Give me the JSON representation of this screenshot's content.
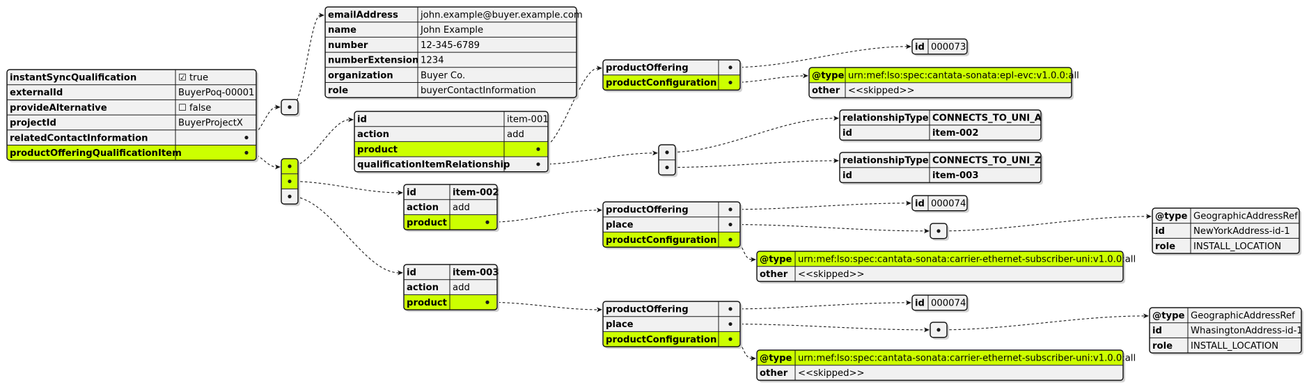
{
  "colors": {
    "background": "#ffffff",
    "cell_fill": "#f1f1f1",
    "highlight_fill": "#ccff00",
    "shadow": "#d2d2d2",
    "stroke": "#181818",
    "text": "#000000"
  },
  "tables": [
    {
      "id": "root",
      "rows": [
        {
          "key": "instantSyncQualification",
          "value": "☑ true"
        },
        {
          "key": "externalId",
          "value": "BuyerPoq-00001"
        },
        {
          "key": "provideAlternative",
          "value": "☐ false"
        },
        {
          "key": "projectId",
          "value": "BuyerProjectX"
        },
        {
          "key": "relatedContactInformation",
          "value": ""
        },
        {
          "key": "productOfferingQualificationItem",
          "value": "",
          "highlight": true
        }
      ]
    },
    {
      "id": "contact-array",
      "rows": [
        {
          "key": "",
          "value": ""
        }
      ]
    },
    {
      "id": "contact",
      "rows": [
        {
          "key": "emailAddress",
          "value": "john.example@buyer.example.com"
        },
        {
          "key": "name",
          "value": "John Example"
        },
        {
          "key": "number",
          "value": "12-345-6789"
        },
        {
          "key": "numberExtension",
          "value": "1234"
        },
        {
          "key": "organization",
          "value": "Buyer Co."
        },
        {
          "key": "role",
          "value": "buyerContactInformation"
        }
      ]
    },
    {
      "id": "items-array",
      "rows": [
        {
          "key": "",
          "value": "",
          "highlight": true
        },
        {
          "key": "",
          "value": "",
          "highlight": true
        },
        {
          "key": "",
          "value": ""
        }
      ]
    },
    {
      "id": "item-001",
      "rows": [
        {
          "key": "id",
          "value": "item-001"
        },
        {
          "key": "action",
          "value": "add"
        },
        {
          "key": "product",
          "value": "",
          "highlight": true
        },
        {
          "key": "qualificationItemRelationship",
          "value": ""
        }
      ]
    },
    {
      "id": "product-001",
      "rows": [
        {
          "key": "productOffering",
          "value": ""
        },
        {
          "key": "productConfiguration",
          "value": "",
          "highlight": true
        }
      ]
    },
    {
      "id": "offering-001",
      "rows": [
        {
          "key": "id",
          "value": "000073"
        }
      ]
    },
    {
      "id": "config-001",
      "highlight": true,
      "rows": [
        {
          "key": "@type",
          "value": "urn:mef:lso:spec:cantata-sonata:epl-evc:v1.0.0:all",
          "highlight": true
        },
        {
          "key": "other",
          "value": "<<skipped>>"
        }
      ]
    },
    {
      "id": "relationships-array",
      "rows": [
        {
          "key": "",
          "value": ""
        },
        {
          "key": "",
          "value": ""
        }
      ]
    },
    {
      "id": "relationship-a",
      "rows": [
        {
          "key": "relationshipType",
          "value": "CONNECTS_TO_UNI_A",
          "boldValue": true
        },
        {
          "key": "id",
          "value": "item-002",
          "boldValue": true
        }
      ]
    },
    {
      "id": "relationship-z",
      "rows": [
        {
          "key": "relationshipType",
          "value": "CONNECTS_TO_UNI_Z",
          "boldValue": true
        },
        {
          "key": "id",
          "value": "item-003",
          "boldValue": true
        }
      ]
    },
    {
      "id": "item-002",
      "rows": [
        {
          "key": "id",
          "value": "item-002",
          "boldValue": true
        },
        {
          "key": "action",
          "value": "add"
        },
        {
          "key": "product",
          "value": "",
          "highlight": true
        }
      ]
    },
    {
      "id": "product-002",
      "rows": [
        {
          "key": "productOffering",
          "value": ""
        },
        {
          "key": "place",
          "value": ""
        },
        {
          "key": "productConfiguration",
          "value": "",
          "highlight": true
        }
      ]
    },
    {
      "id": "offering-002",
      "rows": [
        {
          "key": "id",
          "value": "000074"
        }
      ]
    },
    {
      "id": "place-array-002",
      "rows": [
        {
          "key": "",
          "value": ""
        }
      ]
    },
    {
      "id": "address-ny",
      "rows": [
        {
          "key": "@type",
          "value": "GeographicAddressRef"
        },
        {
          "key": "id",
          "value": "NewYorkAddress-id-1"
        },
        {
          "key": "role",
          "value": "INSTALL_LOCATION"
        }
      ]
    },
    {
      "id": "config-002",
      "rows": [
        {
          "key": "@type",
          "value": "urn:mef:lso:spec:cantata-sonata:carrier-ethernet-subscriber-uni:v1.0.0:all",
          "highlight": true
        },
        {
          "key": "other",
          "value": "<<skipped>>"
        }
      ]
    },
    {
      "id": "item-003",
      "rows": [
        {
          "key": "id",
          "value": "item-003",
          "boldValue": true
        },
        {
          "key": "action",
          "value": "add"
        },
        {
          "key": "product",
          "value": "",
          "highlight": true
        }
      ]
    },
    {
      "id": "product-003",
      "rows": [
        {
          "key": "productOffering",
          "value": ""
        },
        {
          "key": "place",
          "value": ""
        },
        {
          "key": "productConfiguration",
          "value": "",
          "highlight": true
        }
      ]
    },
    {
      "id": "offering-003",
      "rows": [
        {
          "key": "id",
          "value": "000074"
        }
      ]
    },
    {
      "id": "place-array-003",
      "rows": [
        {
          "key": "",
          "value": ""
        }
      ]
    },
    {
      "id": "address-wa",
      "rows": [
        {
          "key": "@type",
          "value": "GeographicAddressRef"
        },
        {
          "key": "id",
          "value": "WhasingtonAddress-id-1"
        },
        {
          "key": "role",
          "value": "INSTALL_LOCATION"
        }
      ]
    },
    {
      "id": "config-003",
      "rows": [
        {
          "key": "@type",
          "value": "urn:mef:lso:spec:cantata-sonata:carrier-ethernet-subscriber-uni:v1.0.0:all",
          "highlight": true
        },
        {
          "key": "other",
          "value": "<<skipped>>"
        }
      ]
    }
  ],
  "edges": [
    {
      "from": "root",
      "fromRow": 4,
      "to": "contact-array"
    },
    {
      "from": "contact-array",
      "fromRow": 0,
      "to": "contact"
    },
    {
      "from": "root",
      "fromRow": 5,
      "to": "items-array"
    },
    {
      "from": "items-array",
      "fromRow": 0,
      "to": "item-001"
    },
    {
      "from": "items-array",
      "fromRow": 1,
      "to": "item-002"
    },
    {
      "from": "items-array",
      "fromRow": 2,
      "to": "item-003"
    },
    {
      "from": "item-001",
      "fromRow": 2,
      "to": "product-001"
    },
    {
      "from": "item-001",
      "fromRow": 3,
      "to": "relationships-array"
    },
    {
      "from": "product-001",
      "fromRow": 0,
      "to": "offering-001"
    },
    {
      "from": "product-001",
      "fromRow": 1,
      "to": "config-001"
    },
    {
      "from": "relationships-array",
      "fromRow": 0,
      "to": "relationship-a"
    },
    {
      "from": "relationships-array",
      "fromRow": 1,
      "to": "relationship-z"
    },
    {
      "from": "item-002",
      "fromRow": 2,
      "to": "product-002"
    },
    {
      "from": "product-002",
      "fromRow": 0,
      "to": "offering-002"
    },
    {
      "from": "product-002",
      "fromRow": 1,
      "to": "place-array-002"
    },
    {
      "from": "product-002",
      "fromRow": 2,
      "to": "config-002"
    },
    {
      "from": "place-array-002",
      "fromRow": 0,
      "to": "address-ny"
    },
    {
      "from": "item-003",
      "fromRow": 2,
      "to": "product-003"
    },
    {
      "from": "product-003",
      "fromRow": 0,
      "to": "offering-003"
    },
    {
      "from": "product-003",
      "fromRow": 1,
      "to": "place-array-003"
    },
    {
      "from": "product-003",
      "fromRow": 2,
      "to": "config-003"
    },
    {
      "from": "place-array-003",
      "fromRow": 0,
      "to": "address-wa"
    }
  ]
}
